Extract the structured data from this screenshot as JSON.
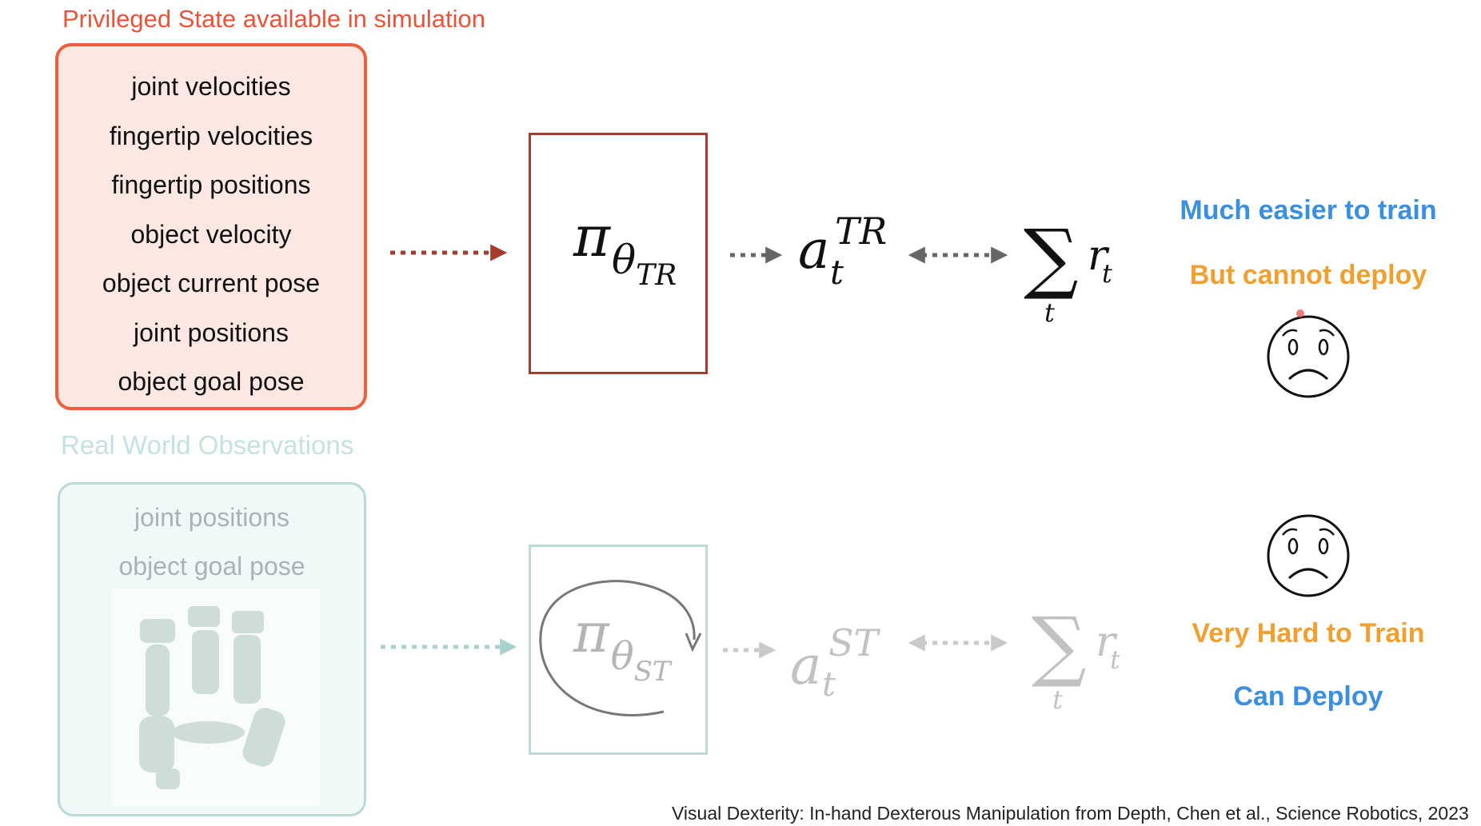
{
  "colors": {
    "privileged_accent": "#e8543a",
    "privileged_box_fill": "#fbe8e3",
    "real_world_faded": "#c4e2e2",
    "blue_note": "#3a8fe0",
    "orange_note": "#f0a030"
  },
  "privileged": {
    "title": "Privileged State available in simulation",
    "items": [
      "joint velocities",
      "fingertip velocities",
      "fingertip positions",
      "object velocity",
      "object current pose",
      "joint positions",
      "object goal pose"
    ]
  },
  "teacher": {
    "policy": {
      "symbol": "π",
      "sub_symbol": "θ",
      "sub_sub": "TR"
    },
    "action": {
      "symbol": "a",
      "sub": "t",
      "sup": "TR"
    },
    "reward": {
      "sum": "∑",
      "sum_sub": "t",
      "symbol": "r",
      "sub": "t"
    },
    "notes": {
      "line1": "Much easier to train",
      "line2": "But cannot deploy"
    },
    "emotion_icon": "sad-face-icon"
  },
  "real_world": {
    "title": "Real World Observations",
    "items": [
      "joint positions",
      "object goal pose"
    ],
    "image_icon": "robot-hand-point-cloud-icon"
  },
  "student": {
    "policy": {
      "symbol": "π",
      "sub_symbol": "θ",
      "sub_sub": "ST"
    },
    "action": {
      "symbol": "a",
      "sub": "t",
      "sup": "ST"
    },
    "reward": {
      "sum": "∑",
      "sum_sub": "t",
      "symbol": "r",
      "sub": "t"
    },
    "notes": {
      "line1": "Very Hard to Train",
      "line2": "Can Deploy"
    },
    "emotion_icon": "sad-face-icon",
    "loop_icon": "recurrent-loop-icon"
  },
  "citation": "Visual Dexterity: In-hand Dexterous Manipulation from Depth, Chen et al., Science Robotics, 2023"
}
